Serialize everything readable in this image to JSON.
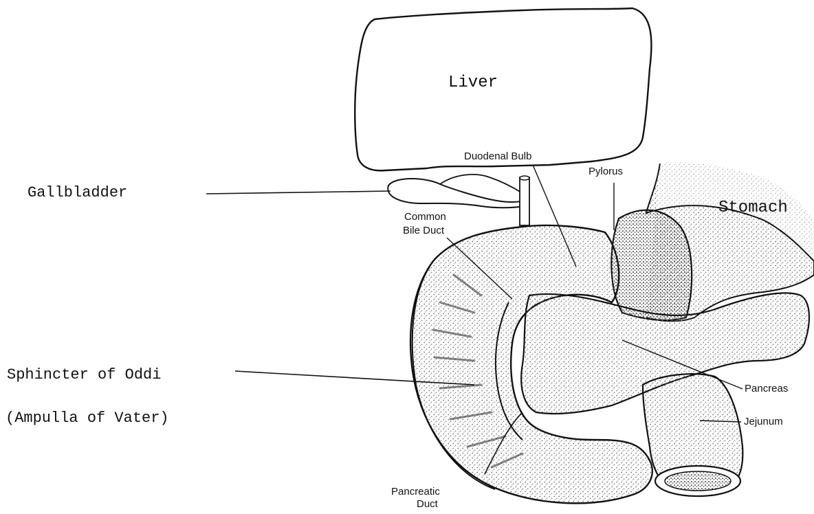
{
  "labels": {
    "liver": "Liver",
    "gallbladder": "Gallbladder",
    "stomach": "Stomach",
    "sphincter_line1": "Sphincter of Oddi",
    "sphincter_line2": "(Ampulla of Vater)",
    "duodenal_bulb": "Duodenal Bulb",
    "pylorus": "Pylorus",
    "common_bile_duct_line1": "Common",
    "common_bile_duct_line2": "Bile Duct",
    "pancreas": "Pancreas",
    "jejunum": "Jejunum",
    "pancreatic_duct_line1": "Pancreatic",
    "pancreatic_duct_line2": "Duct"
  },
  "colors": {
    "ink": "#111111",
    "stipple": "#6e6e6e",
    "background": "#ffffff"
  }
}
